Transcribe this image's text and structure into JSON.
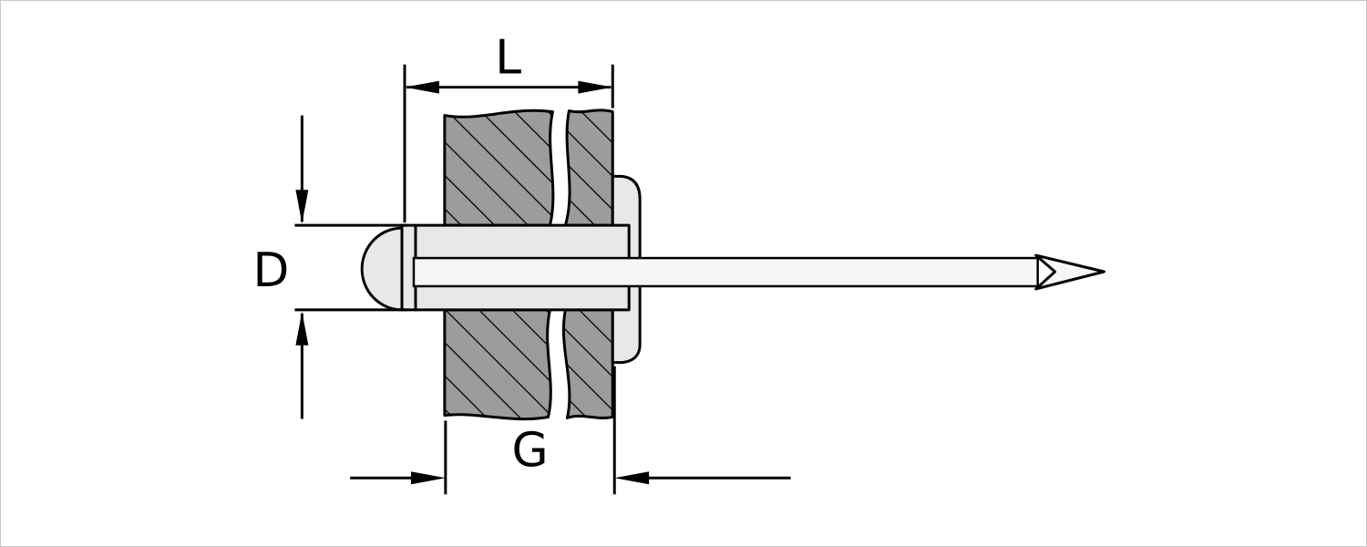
{
  "diagram": {
    "type": "technical-drawing",
    "subject": "blind rivet cross-section through two plates",
    "labels": {
      "L": "L",
      "D": "D",
      "G": "G"
    },
    "colors": {
      "background": "#ffffff",
      "border": "#c9c9c9",
      "line": "#000000",
      "plate_fill": "#9c9c9c",
      "rivet_fill": "#e8e8e8",
      "mandrel_fill": "#f6f6f6"
    }
  }
}
